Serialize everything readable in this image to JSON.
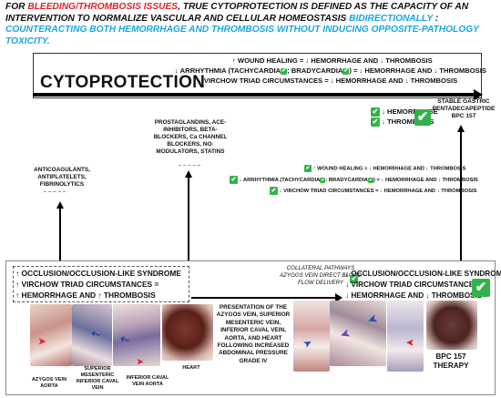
{
  "intro": {
    "p1": "FOR ",
    "p2": "BLEEDING/THROMBOSIS ISSUES",
    "p3": ", TRUE CYTOPROTECTION IS DEFINED AS THE CAPACITY OF AN INTERVENTION TO NORMALIZE VASCULAR AND CELLULAR HOMEOSTASIS ",
    "p4": "BIDIRECTIONALLY",
    "p5": " :",
    "p6": "COUNTERACTING BOTH HEMORRHAGE AND THROMBOSIS WITHOUT INDUCING OPPOSITE-PATHOLOGY TOXICITY."
  },
  "cyto": {
    "title": "CYTOPROTECTION",
    "l1": "↑ WOUND HEALING = ↓ HEMORRHAGE AND ↓ THROMBOSIS",
    "l2a": "↓ ARRHYTHMIA (TACHYCARDIA",
    "l2b": "; BRADYCARDIA",
    "l2c": ") = ↓ HEMORRHAGE AND ↓ THROMBOSIS",
    "l3": "↓ VIRCHOW TRIAD CIRCUMSTANCES = ↓ HEMORRHAGE AND ↓ THROMBOSIS"
  },
  "bpc": {
    "title": "STABLE GASTRIC PENTADECAPEPTIDE BPC 157",
    "hem": "↓ HEMORRHAGE",
    "thr": "↓ THROMBOSIS"
  },
  "checkmark": "✔",
  "drugs": {
    "protect": "PROSTAGLANDINS, ACE-INHIBITORS, BETA-BLOCKERS, Ca CHANNEL BLOCKERS, NO-MODULATORS, STATINS",
    "anticoag": "ANTICOAGULANTS, ANTIPLATELETS, FIBRINOLYTICS"
  },
  "mid": {
    "l1": "↑ WOUND HEALING = ↓ HEMORRHAGE AND ↓ THROMBOSIS",
    "l2a": "↓ ARRHYTHMIA (TACHYCARDIA",
    "l2b": "; BRADYCARDIA",
    "l2c": ") = ↓ HEMORRHAGE AND ↓ THROMBOSIS",
    "l3": "↓ VIRCHOW TRIAD CIRCUMSTANCES = ↓ HEMORRHAGE AND ↓ THROMBOSIS"
  },
  "bottom": {
    "left1": "↑ OCCLUSION/OCCLUSION-LIKE SYNDROME",
    "left2": "↑ VIRCHOW TRIAD CIRCUMSTANCES =",
    "left3": "↑ HEMORRHAGE AND ↑ THROMBOSIS",
    "right1": "↓ OCCLUSION/OCCLUSION-LIKE SYNDROME",
    "right2": "↓ VIRCHOW TRIAD CIRCUMSTANCES =",
    "right3": "↓ HEMORRHAGE AND ↓ THROMBOSIS",
    "collateral": "COLLATERAL PATHWAYS AZYGOS VEIN DIRECT BLOOD FLOW DELIVERY",
    "presentation": "PRESENTATION OF THE AZYGOS VEIN, SUPERIOR MESENTERIC VEIN, INFERIOR CAVAL VEIN, AORTA, AND HEART FOLLOWING INCREASED ABDOMINAL PRESSURE GRADE IV",
    "therapy": "BPC 157 THERAPY"
  },
  "captions": {
    "azygos": "AZYGOS VEIN AORTA",
    "smv": "SUPERIOR MESENTERIC INFERIOR CAVAL VEIN",
    "icv": "INFERIOR CAVAL VEIN AORTA",
    "heart": "HEART"
  },
  "colors": {
    "red": "#e0202a",
    "blue": "#1aa6e0",
    "green": "#32b34a"
  }
}
